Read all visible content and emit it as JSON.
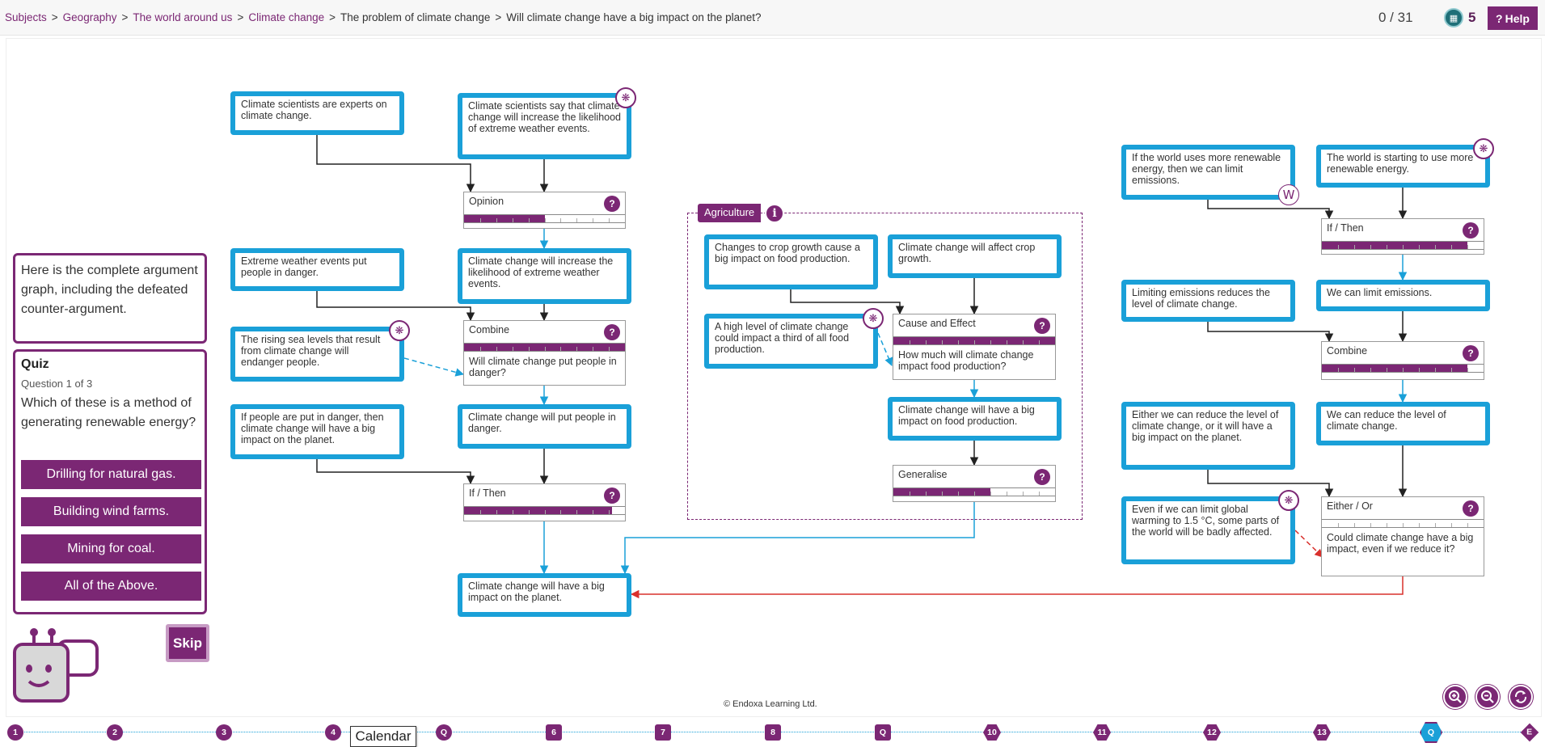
{
  "breadcrumb": {
    "links": [
      "Subjects",
      "Geography",
      "The world around us",
      "Climate change"
    ],
    "current_1": "The problem of climate change",
    "current_2": "Will climate change have a big impact on the planet?"
  },
  "header": {
    "progress": "0 / 31",
    "points": "5",
    "help_label": "Help"
  },
  "claims": {
    "c1": "Climate scientists are experts on climate change.",
    "c2": "Climate scientists say that climate change will increase the likelihood of extreme weather events.",
    "c3": "Climate change will increase the likelihood of extreme weather events.",
    "c4": "Extreme weather events put people in danger.",
    "c5": "The rising sea levels that result from climate change will endanger people.",
    "c6": "Climate change will put people in danger.",
    "c7": "If people are put in danger, then climate change will have a big impact on the planet.",
    "c8": "Climate change will have a big impact on the planet.",
    "a1": "Changes to crop growth cause a big impact on food production.",
    "a2": "Climate change will affect crop growth.",
    "a3": "A high level of climate change could impact a third of all food production.",
    "a4": "Climate change will have a big impact on food production.",
    "r1": "If the world uses more renewable energy, then we can limit emissions.",
    "r2": "The world is starting to use more renewable energy.",
    "r3": "Limiting emissions reduces the level of climate change.",
    "r4": "We can limit emissions.",
    "r5": "Either we can reduce the level of climate change, or it will have a big impact on the planet.",
    "r6": "We can reduce the level of climate change.",
    "r7": "Even if we can limit global warming to 1.5 °C, some parts of the world will be badly affected."
  },
  "reasoners": {
    "opinion": {
      "name": "Opinion",
      "strength": 0.5
    },
    "combine1": {
      "name": "Combine",
      "strength": 1.0,
      "question": "Will climate change put people in danger?"
    },
    "ifthen1": {
      "name": "If / Then",
      "strength": 0.92
    },
    "cause": {
      "name": "Cause and Effect",
      "strength": 1.0,
      "question": "How much will climate change impact food production?"
    },
    "generalise": {
      "name": "Generalise",
      "strength": 0.6
    },
    "ifthen2": {
      "name": "If / Then",
      "strength": 0.9
    },
    "combine2": {
      "name": "Combine",
      "strength": 0.9
    },
    "eitheror": {
      "name": "Either / Or",
      "strength": 0.0,
      "question": "Could climate change have a big impact, even if we reduce it?"
    }
  },
  "group": {
    "label": "Agriculture",
    "info": "i"
  },
  "badges": {
    "w": "W"
  },
  "intro": "Here is the complete argument graph, including the defeated counter-argument.",
  "quiz": {
    "title": "Quiz",
    "counter": "Question 1 of 3",
    "question": "Which of these is a method of generating renewable energy?",
    "options": [
      "Drilling for natural gas.",
      "Building wind farms.",
      "Mining for coal.",
      "All of the Above."
    ]
  },
  "skip_label": "Skip",
  "copyright": "© Endoxa Learning Ltd.",
  "timeline": [
    "1",
    "2",
    "3",
    "4",
    "Q",
    "6",
    "7",
    "8",
    "Q",
    "10",
    "11",
    "12",
    "13",
    "Q",
    "E"
  ],
  "tooltip": "Calendar",
  "colors": {
    "purple": "#7b2774",
    "blue": "#1aa0d8",
    "red": "#d9302c"
  }
}
